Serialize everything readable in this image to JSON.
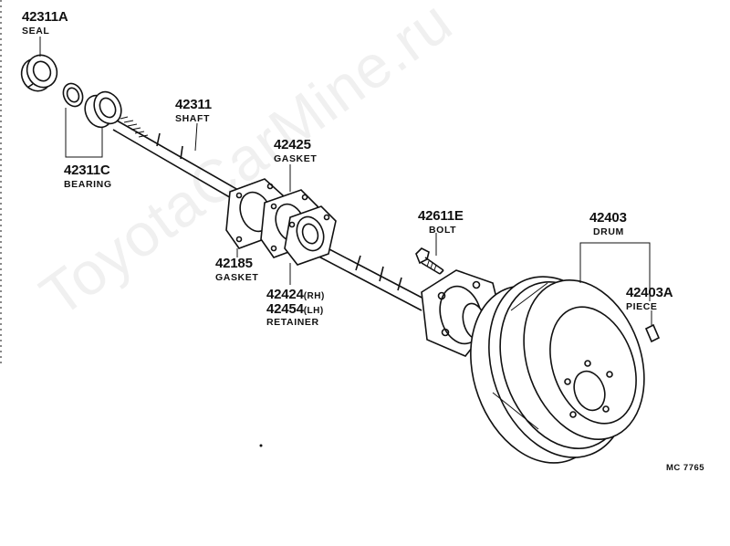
{
  "watermark": "ToyotaCarMine.ru",
  "drawing_code": "MC  7765",
  "parts": {
    "seal": {
      "number": "42311A",
      "name": "SEAL"
    },
    "shaft": {
      "number": "42311",
      "name": "SHAFT"
    },
    "bearing": {
      "number": "42311C",
      "name": "BEARING"
    },
    "gasket_top": {
      "number": "42425",
      "name": "GASKET"
    },
    "bolt": {
      "number": "42611E",
      "name": "BOLT"
    },
    "drum": {
      "number": "42403",
      "name": "DRUM"
    },
    "piece": {
      "number": "42403A",
      "name": "PIECE"
    },
    "gasket_bottom": {
      "number": "42185",
      "name": "GASKET"
    },
    "retainer": {
      "number_rh": "42424",
      "suffix_rh": "(RH)",
      "number_lh": "42454",
      "suffix_lh": "(LH)",
      "name": "RETAINER"
    }
  }
}
